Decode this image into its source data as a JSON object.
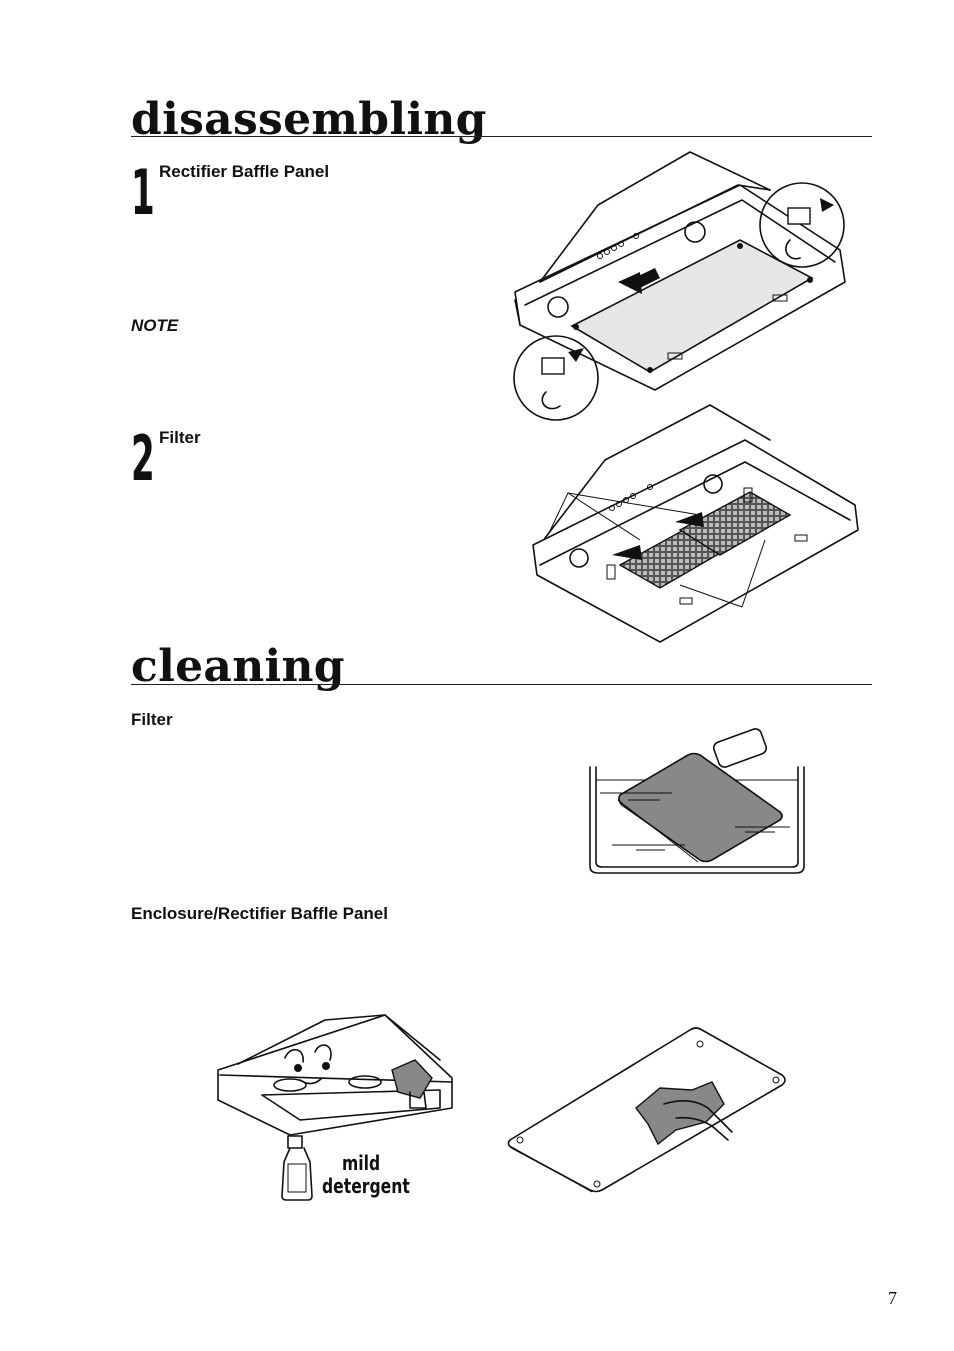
{
  "sections": {
    "disassembling": {
      "title": "disassembling",
      "steps": [
        {
          "number": "1",
          "heading": "Rectifier Baffle Panel"
        },
        {
          "number": "2",
          "heading": "Filter"
        }
      ],
      "note_label": "NOTE"
    },
    "cleaning": {
      "title": "cleaning",
      "filter_heading": "Filter",
      "enclosure_heading": "Enclosure/Rectifier Baffle Panel",
      "detergent_label_line1": "mild",
      "detergent_label_line2": "detergent"
    }
  },
  "page_number": "7",
  "icons": [
    "hood-baffle-removal-illustration",
    "hood-filter-removal-illustration",
    "filter-soaking-illustration",
    "hood-wiping-illustration",
    "panel-wiping-illustration",
    "detergent-bottle-icon"
  ]
}
